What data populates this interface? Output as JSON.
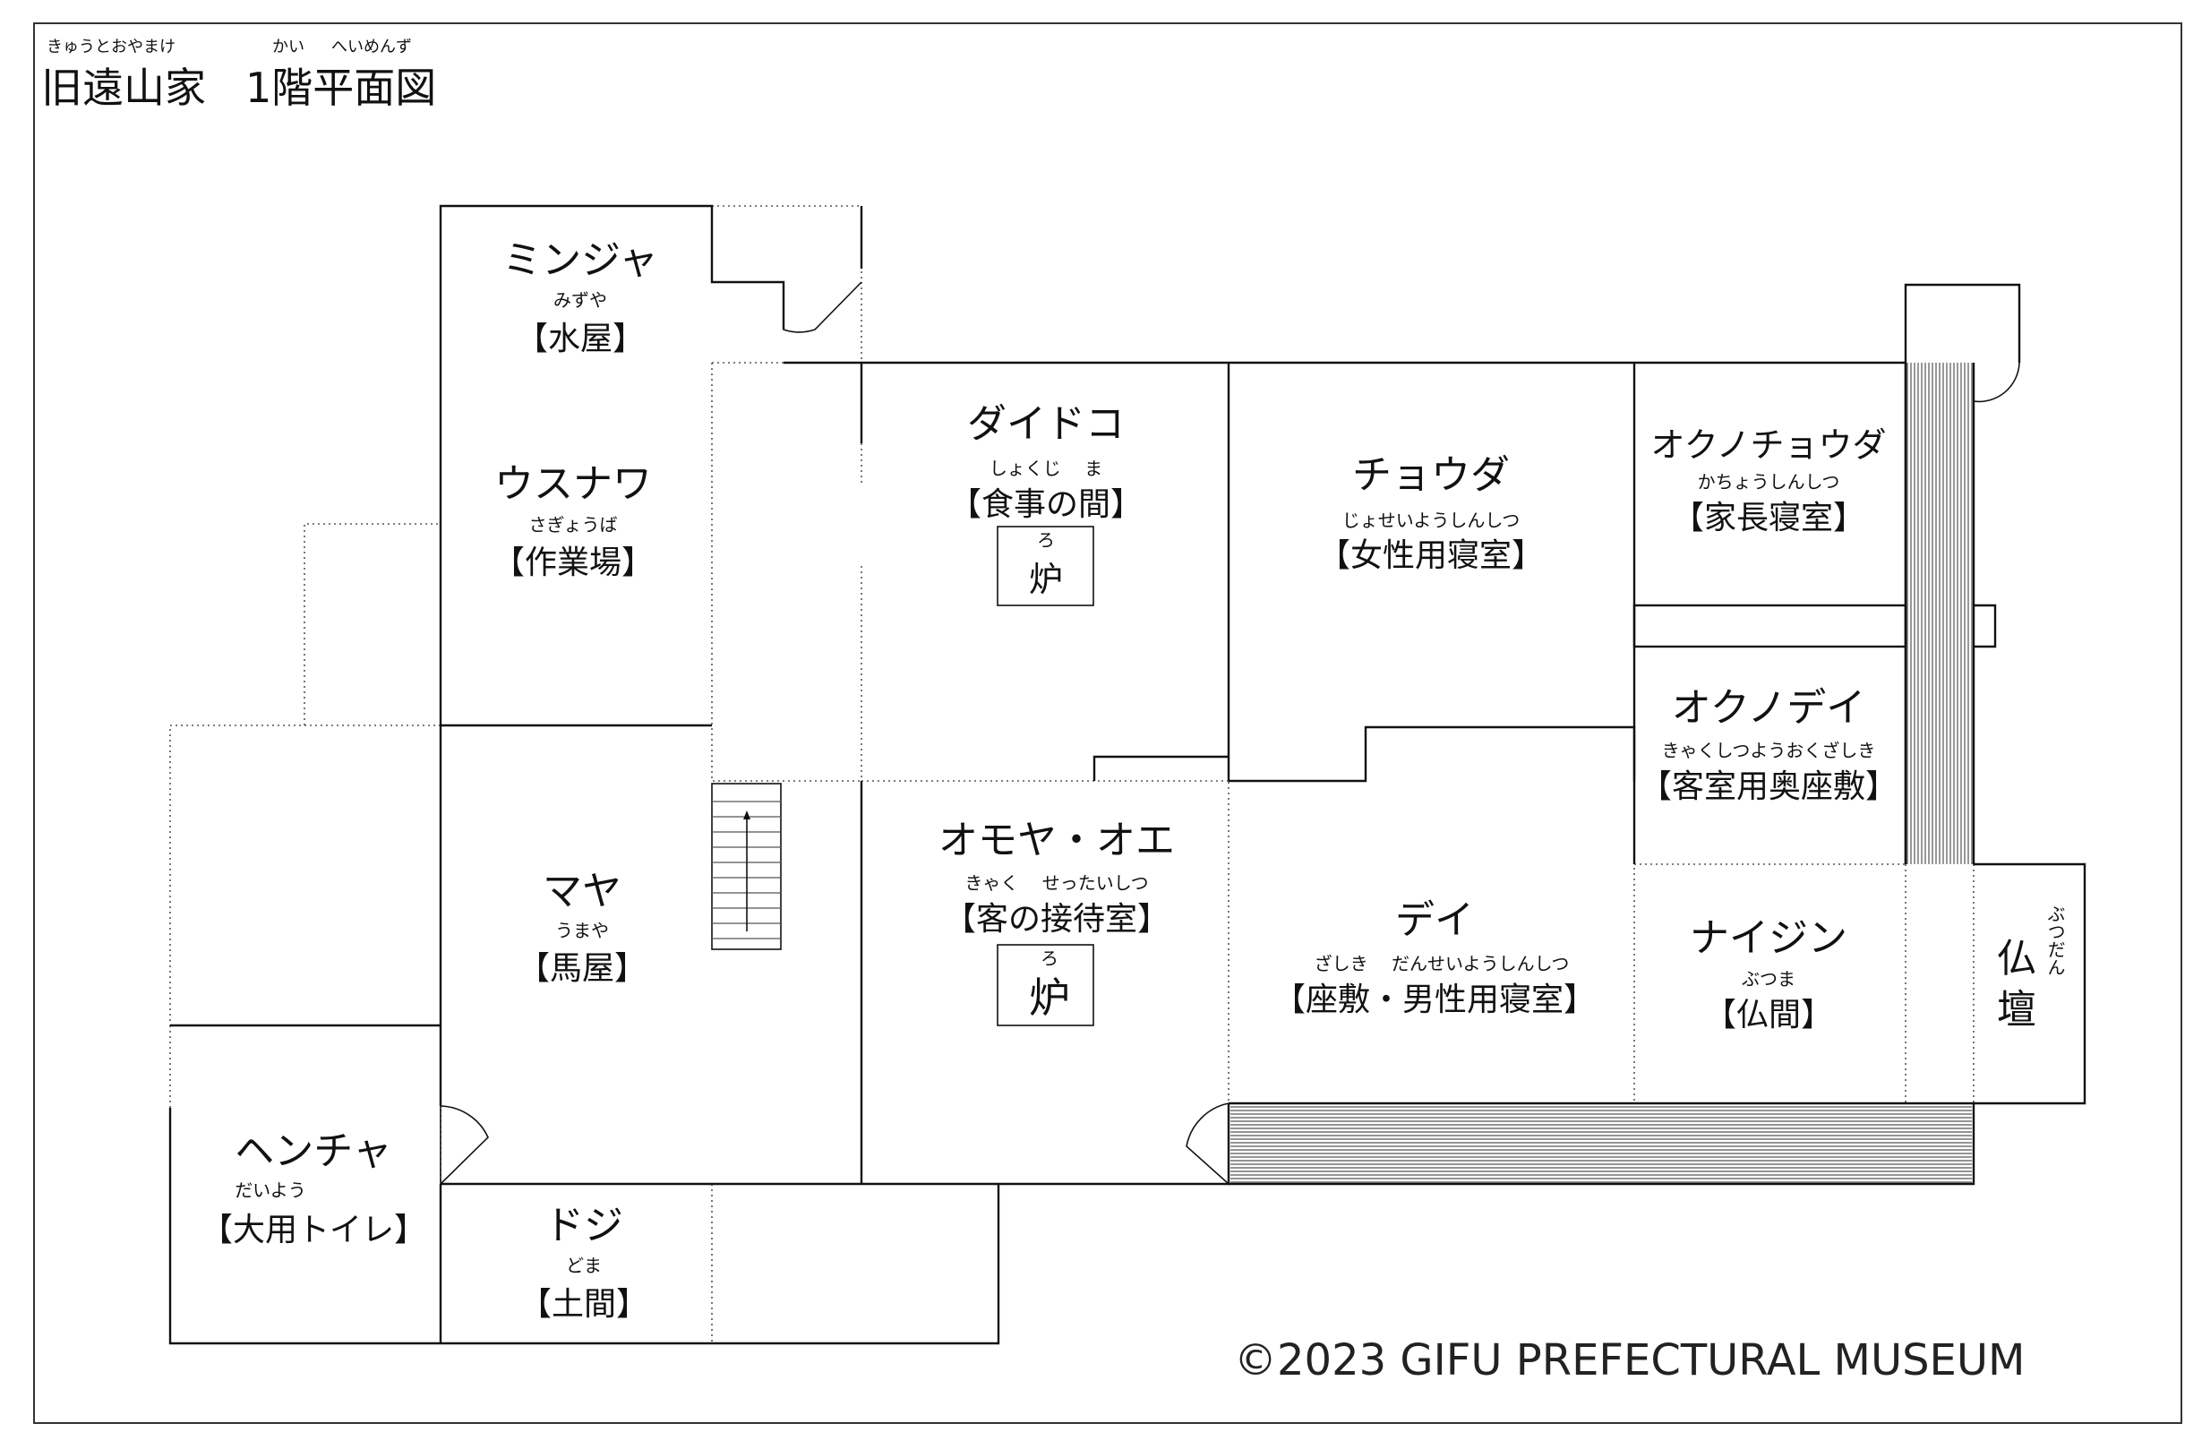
{
  "title": {
    "ruby_left": "きゅうとおやまけ",
    "text_left": "旧遠山家",
    "ruby_right_1": "かい",
    "ruby_right_2": "へいめんず",
    "text_right": "1階平面図"
  },
  "rooms": {
    "minja": {
      "name": "ミンジャ",
      "ruby": "みずや",
      "sub": "【水屋】"
    },
    "usanawa": {
      "name": "ウスナワ",
      "ruby": "さぎょうば",
      "sub": "【作業場】"
    },
    "daidoko": {
      "name": "ダイドコ",
      "ruby": "しょくじ　 ま",
      "sub": "【食事の間】",
      "hearth_ruby": "ろ",
      "hearth": "炉"
    },
    "chouda": {
      "name": "チョウダ",
      "ruby": "じょせいようしんしつ",
      "sub": "【女性用寝室】"
    },
    "okunochouda": {
      "name": "オクノチョウダ",
      "ruby": "かちょうしんしつ",
      "sub": "【家長寝室】"
    },
    "okunodei": {
      "name": "オクノデイ",
      "ruby": "きゃくしつようおくざしき",
      "sub": "【客室用奥座敷】"
    },
    "omoya": {
      "name": "オモヤ・オエ",
      "ruby": "きゃく　 せったいしつ",
      "sub": "【客の接待室】",
      "hearth_ruby": "ろ",
      "hearth": "炉"
    },
    "mayа": {
      "name": "マヤ",
      "ruby": "うまや",
      "sub": "【馬屋】"
    },
    "dei": {
      "name": "デイ",
      "ruby": "ざしき　 だんせいようしんしつ",
      "sub": "【座敷・男性用寝室】"
    },
    "naijin": {
      "name": "ナイジン",
      "ruby": "ぶつま",
      "sub": "【仏間】"
    },
    "butsudan": {
      "name_1": "仏",
      "name_2": "壇",
      "ruby": "ぶつだん"
    },
    "hencha": {
      "name": "ヘンチャ",
      "ruby": "だいよう",
      "sub": "【大用トイレ】"
    },
    "doji": {
      "name": "ドジ",
      "ruby": "どま",
      "sub": "【土間】"
    }
  },
  "copyright": "©2023  GIFU PREFECTURAL MUSEUM"
}
